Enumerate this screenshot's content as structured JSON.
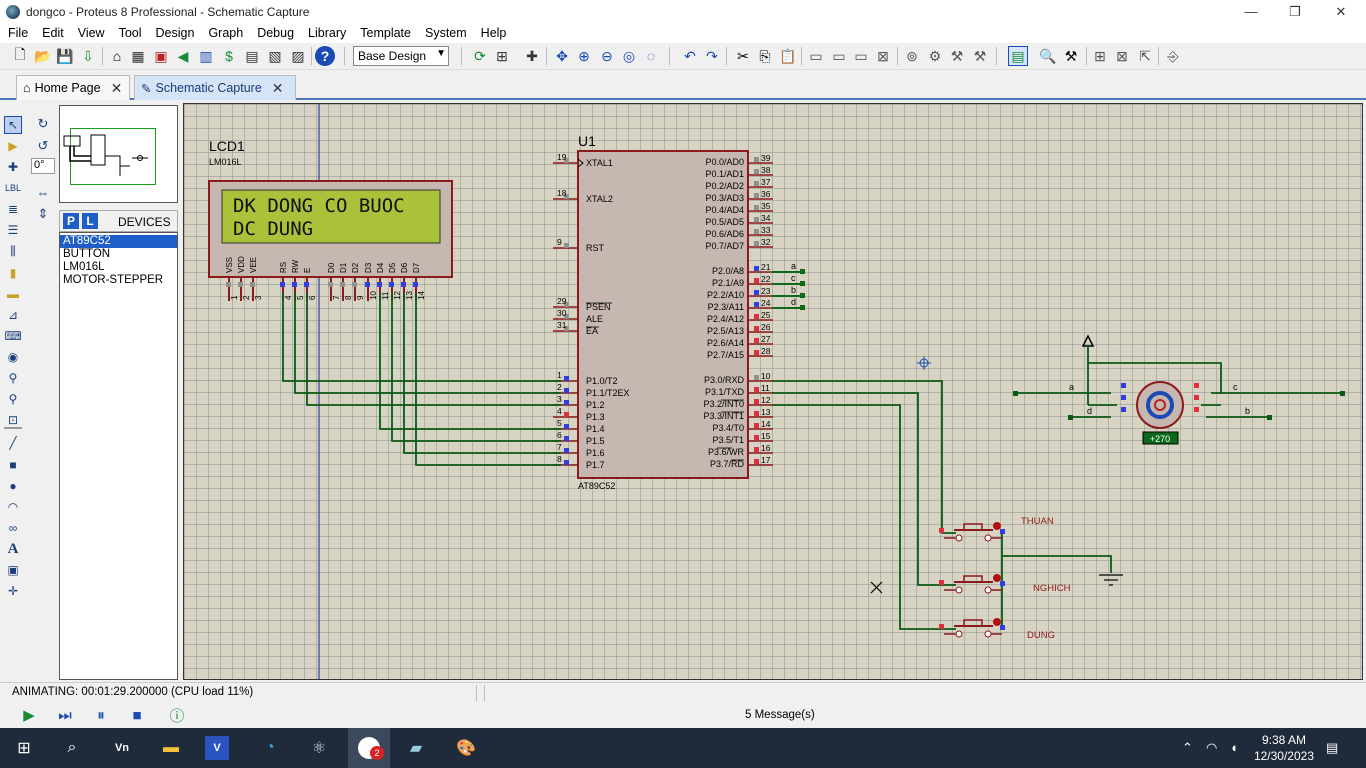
{
  "window": {
    "title": "dongco - Proteus 8 Professional - Schematic Capture",
    "minimize": "—",
    "restore": "❐",
    "close": "✕"
  },
  "menu": [
    "File",
    "Edit",
    "View",
    "Tool",
    "Design",
    "Graph",
    "Debug",
    "Library",
    "Template",
    "System",
    "Help"
  ],
  "toolbar": {
    "design_select": "Base Design"
  },
  "tabs": [
    {
      "label": "Home Page",
      "close": "✕"
    },
    {
      "label": "Schematic Capture",
      "close": "✕"
    }
  ],
  "left_tools": {
    "rotation_value": "0°"
  },
  "devices": {
    "p_button": "P",
    "l_button": "L",
    "header": "DEVICES",
    "items": [
      "AT89C52",
      "BUTTON",
      "LM016L",
      "MOTOR-STEPPER"
    ]
  },
  "schematic": {
    "lcd": {
      "ref": "LCD1",
      "part": "LM016L",
      "line1": "DK DONG CO BUOC",
      "line2": "DC DUNG",
      "pin_labels": [
        "VSS",
        "VDD",
        "VEE",
        "RS",
        "RW",
        "E",
        "D0",
        "D1",
        "D2",
        "D3",
        "D4",
        "D5",
        "D6",
        "D7"
      ],
      "pin_numbers": [
        "1",
        "2",
        "3",
        "4",
        "5",
        "6",
        "7",
        "8",
        "9",
        "10",
        "11",
        "12",
        "13",
        "14"
      ]
    },
    "mcu": {
      "ref": "U1",
      "part": "AT89C52",
      "left_pins": [
        {
          "num": "19",
          "name": "XTAL1"
        },
        {
          "num": "18",
          "name": "XTAL2"
        },
        {
          "num": "9",
          "name": "RST"
        },
        {
          "num": "29",
          "name": "PSEN"
        },
        {
          "num": "30",
          "name": "ALE"
        },
        {
          "num": "31",
          "name": "EA"
        },
        {
          "num": "1",
          "name": "P1.0/T2"
        },
        {
          "num": "2",
          "name": "P1.1/T2EX"
        },
        {
          "num": "3",
          "name": "P1.2"
        },
        {
          "num": "4",
          "name": "P1.3"
        },
        {
          "num": "5",
          "name": "P1.4"
        },
        {
          "num": "6",
          "name": "P1.5"
        },
        {
          "num": "7",
          "name": "P1.6"
        },
        {
          "num": "8",
          "name": "P1.7"
        }
      ],
      "right_pins": [
        {
          "num": "39",
          "name": "P0.0/AD0"
        },
        {
          "num": "38",
          "name": "P0.1/AD1"
        },
        {
          "num": "37",
          "name": "P0.2/AD2"
        },
        {
          "num": "36",
          "name": "P0.3/AD3"
        },
        {
          "num": "35",
          "name": "P0.4/AD4"
        },
        {
          "num": "34",
          "name": "P0.5/AD5"
        },
        {
          "num": "33",
          "name": "P0.6/AD6"
        },
        {
          "num": "32",
          "name": "P0.7/AD7"
        },
        {
          "num": "21",
          "name": "P2.0/A8"
        },
        {
          "num": "22",
          "name": "P2.1/A9"
        },
        {
          "num": "23",
          "name": "P2.2/A10"
        },
        {
          "num": "24",
          "name": "P2.3/A11"
        },
        {
          "num": "25",
          "name": "P2.4/A12"
        },
        {
          "num": "26",
          "name": "P2.5/A13"
        },
        {
          "num": "27",
          "name": "P2.6/A14"
        },
        {
          "num": "28",
          "name": "P2.7/A15"
        },
        {
          "num": "10",
          "name": "P3.0/RXD"
        },
        {
          "num": "11",
          "name": "P3.1/TXD"
        },
        {
          "num": "12",
          "name": "P3.2/INT0"
        },
        {
          "num": "13",
          "name": "P3.3/INT1"
        },
        {
          "num": "14",
          "name": "P3.4/T0"
        },
        {
          "num": "15",
          "name": "P3.5/T1"
        },
        {
          "num": "16",
          "name": "P3.6/WR"
        },
        {
          "num": "17",
          "name": "P3.7/RD"
        }
      ],
      "net_labels": [
        "a",
        "c",
        "b",
        "d"
      ]
    },
    "motor": {
      "net_a": "a",
      "net_c": "c",
      "net_d": "d",
      "net_b": "b",
      "angle": "+270"
    },
    "buttons": [
      "THUAN",
      "NGHICH",
      "DUNG"
    ]
  },
  "status": {
    "animating": "ANIMATING: 00:01:29.200000 (CPU load 11%)",
    "messages": "5 Message(s)"
  },
  "taskbar": {
    "time": "9:38 AM",
    "date": "12/30/2023",
    "badge": "2"
  }
}
